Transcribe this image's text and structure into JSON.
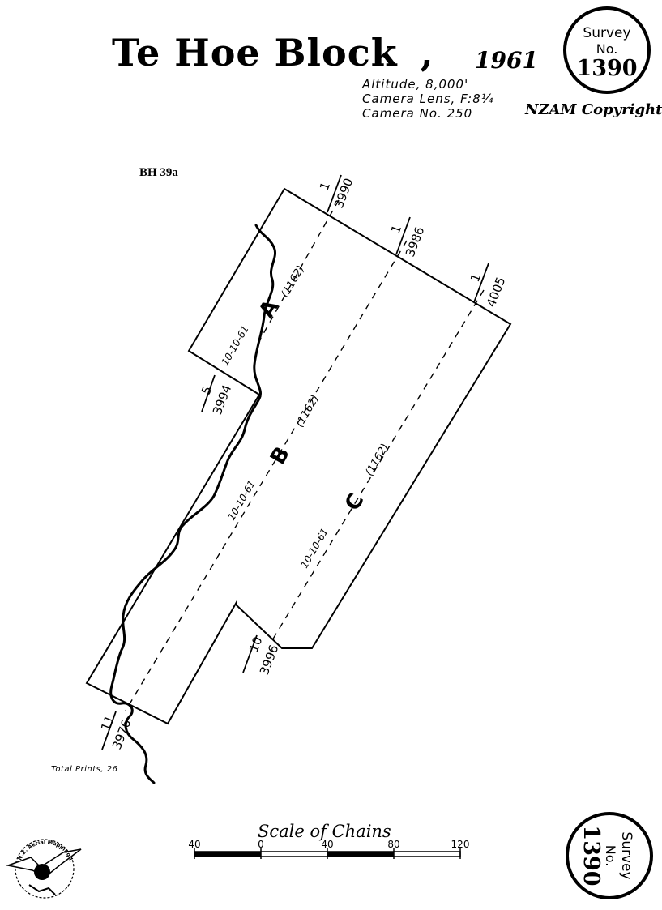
{
  "title": {
    "name": "Te Hoe Block",
    "separator": ",",
    "year": "1961"
  },
  "flight_info": {
    "altitude": "Altitude, 8,000'",
    "camera_lens": "Camera Lens, F:8¼",
    "camera_no": "Camera No. 250"
  },
  "copyright": "NZAM Copyright",
  "sheet_ref": "BH 39a",
  "survey_badge": {
    "line1": "Survey",
    "line2": "No.",
    "number": "1390"
  },
  "runs": [
    {
      "letter": "A",
      "altitude": "(1162)",
      "date": "10-10-61",
      "start_run": "5",
      "start_print": "3994",
      "end_run": "1",
      "end_print": "3990"
    },
    {
      "letter": "B",
      "altitude": "(1162)",
      "date": "10-10-61",
      "start_run": "11",
      "start_print": "3976",
      "end_run": "1",
      "end_print": "3986"
    },
    {
      "letter": "C",
      "altitude": "(1162)",
      "date": "10-10-61",
      "start_run": "10",
      "start_print": "3996",
      "end_run": "1",
      "end_print": "4005"
    }
  ],
  "total_prints": "Total Prints, 26",
  "scale": {
    "title": "Scale of Chains",
    "ticks": [
      "40",
      "0",
      "40",
      "80",
      "120"
    ]
  },
  "logo": {
    "text": "N.Z. Aerial Mapping Ltd"
  }
}
